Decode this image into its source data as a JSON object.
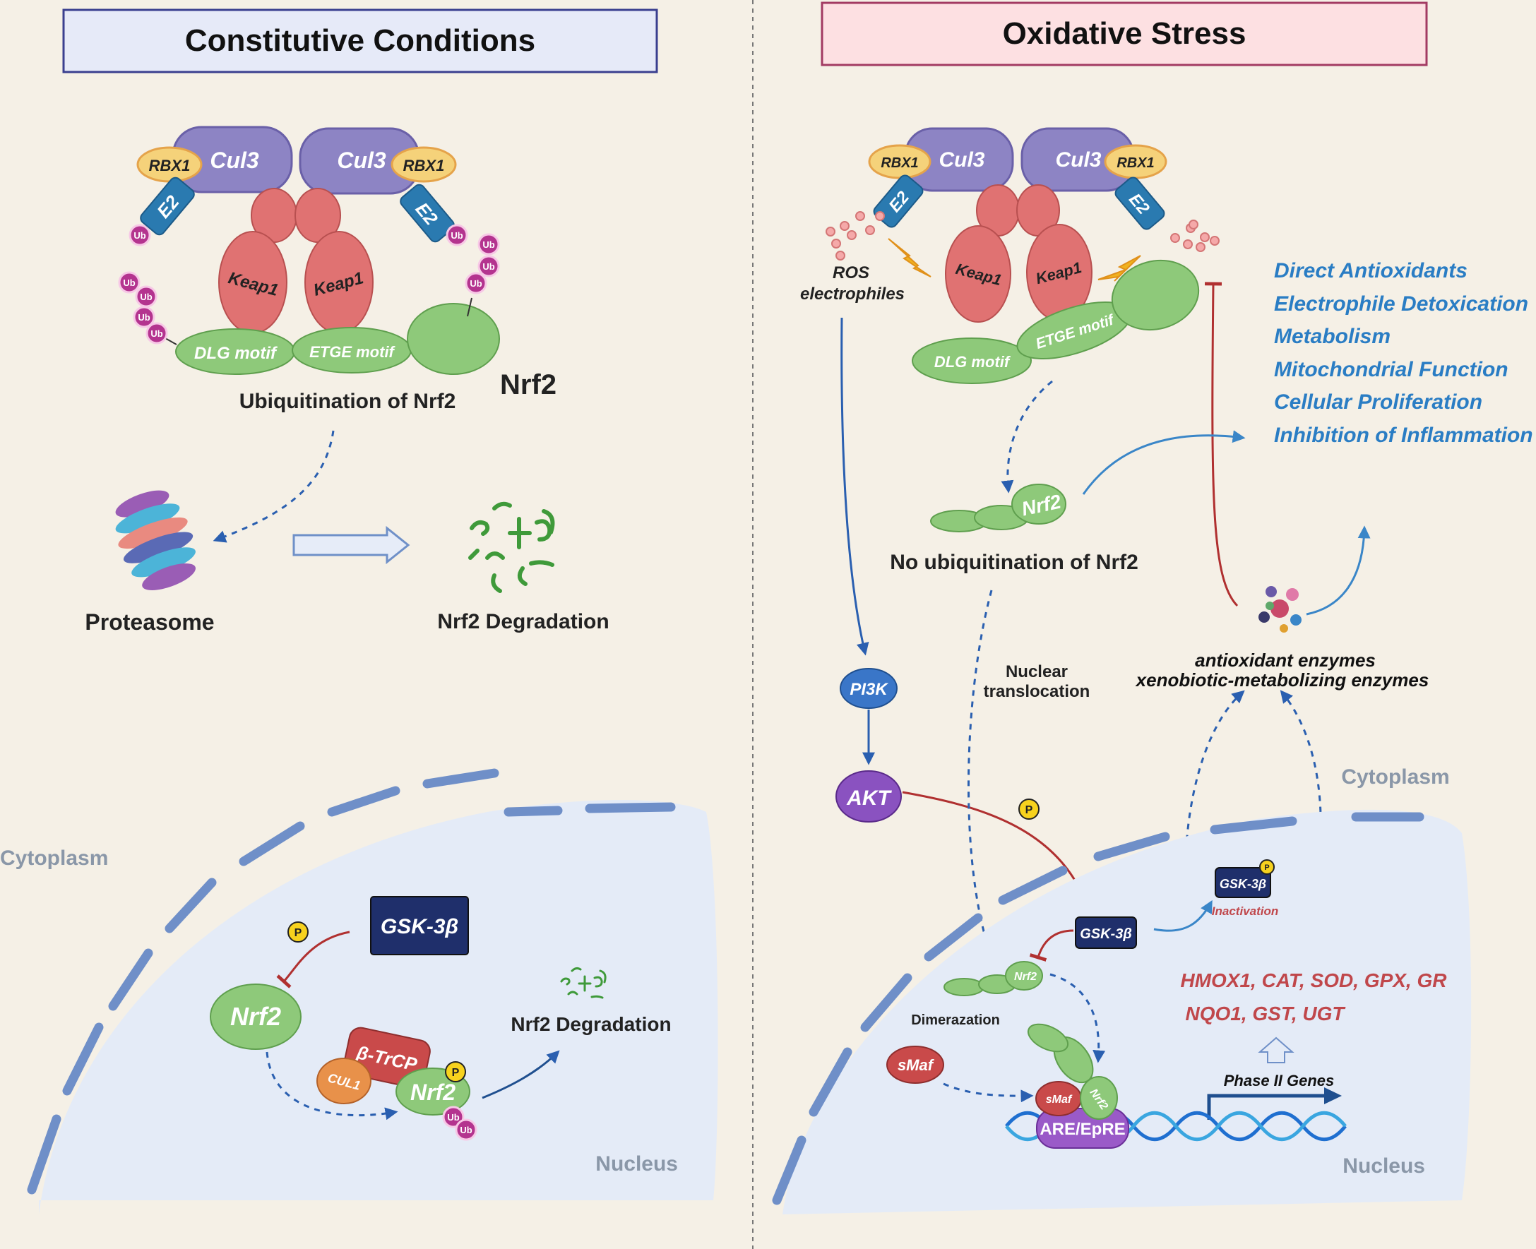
{
  "left": {
    "title": "Constitutive Conditions",
    "cul3": "Cul3",
    "rbx1": "RBX1",
    "e2": "E2",
    "ub": "Ub",
    "keap1": "Keap1",
    "dlg": "DLG motif",
    "etge": "ETGE motif",
    "nrf2_label": "Nrf2",
    "ubiquitination": "Ubiquitination of Nrf2",
    "proteasome": "Proteasome",
    "degradation": "Nrf2  Degradation",
    "cytoplasm": "Cytoplasm",
    "nucleus": "Nucleus",
    "gsk3b": "GSK-3β",
    "p": "P",
    "nrf2": "Nrf2",
    "btrcp": "β-TrCP",
    "cul1": "CUL1",
    "nuc_degradation": "Nrf2  Degradation"
  },
  "right": {
    "title": "Oxidative Stress",
    "ros1": "ROS",
    "ros2": "electrophiles",
    "dlg": "DLG motif",
    "etge": "ETGE motif",
    "nrf2": "Nrf2",
    "no_ubiquitination": "No ubiquitination of Nrf2",
    "effects": [
      "Direct Antioxidants",
      "Electrophile Detoxication",
      "Metabolism",
      "Mitochondrial Function",
      "Cellular Proliferation",
      "Inhibition of Inflammation"
    ],
    "enzymes1": "antioxidant enzymes",
    "enzymes2": "xenobiotic-metabolizing enzymes",
    "pi3k": "PI3K",
    "akt": "AKT",
    "nuclear1": "Nuclear",
    "nuclear2": "translocation",
    "cytoplasm": "Cytoplasm",
    "gsk3b": "GSK-3β",
    "inactivation": "Inactivation",
    "genes1": "HMOX1,  CAT,  SOD,  GPX,  GR",
    "genes2": "NQO1,  GST,  UGT",
    "dimerization": "Dimerazation",
    "smaf": "sMaf",
    "phase2": "Phase II Genes",
    "are": "ARE/EpRE",
    "nucleus": "Nucleus"
  },
  "colors": {
    "background": "#f5f0e6",
    "cul3": "#8d84c4",
    "rbx1": "#f5d27a",
    "e2": "#2a7ab0",
    "ub": "#b4348f",
    "keap1": "#e07272",
    "nrf2": "#8ec97a",
    "gsk3b": "#1f2f6b",
    "nucleus": "#e4ebf7",
    "effects_text": "#2a7dc4",
    "genes_text": "#c0474b",
    "inhibit": "#b03030"
  }
}
